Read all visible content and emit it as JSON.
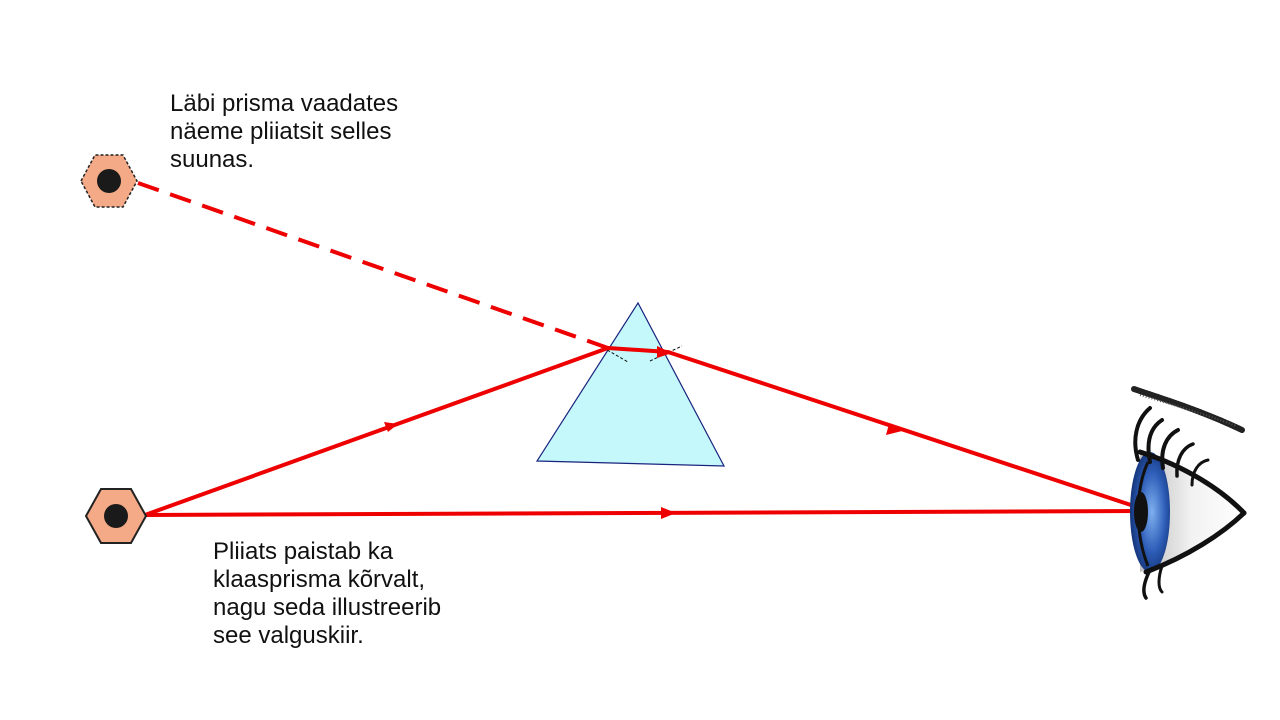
{
  "captions": {
    "top": [
      "Läbi prisma vaadates",
      "näeme pliiatsit selles",
      "suunas."
    ],
    "bottom": [
      "Pliiats paistab ka",
      "klaasprisma kõrvalt,",
      "nagu seda illustreerib",
      "see valguskiir."
    ]
  },
  "colors": {
    "ray": "#ee0000",
    "prism_fill": "#c4f8fa",
    "prism_stroke": "#1a237e",
    "pencil_fill": "#f4a987",
    "pencil_core": "#1a1a1a",
    "iris": "#2e5eb8"
  },
  "objects": {
    "real_pencil": "hexagon-pencil-icon",
    "virtual_pencil": "dashed-hexagon-pencil-icon",
    "prism": "triangular-glass-prism",
    "observer": "eye-icon"
  }
}
